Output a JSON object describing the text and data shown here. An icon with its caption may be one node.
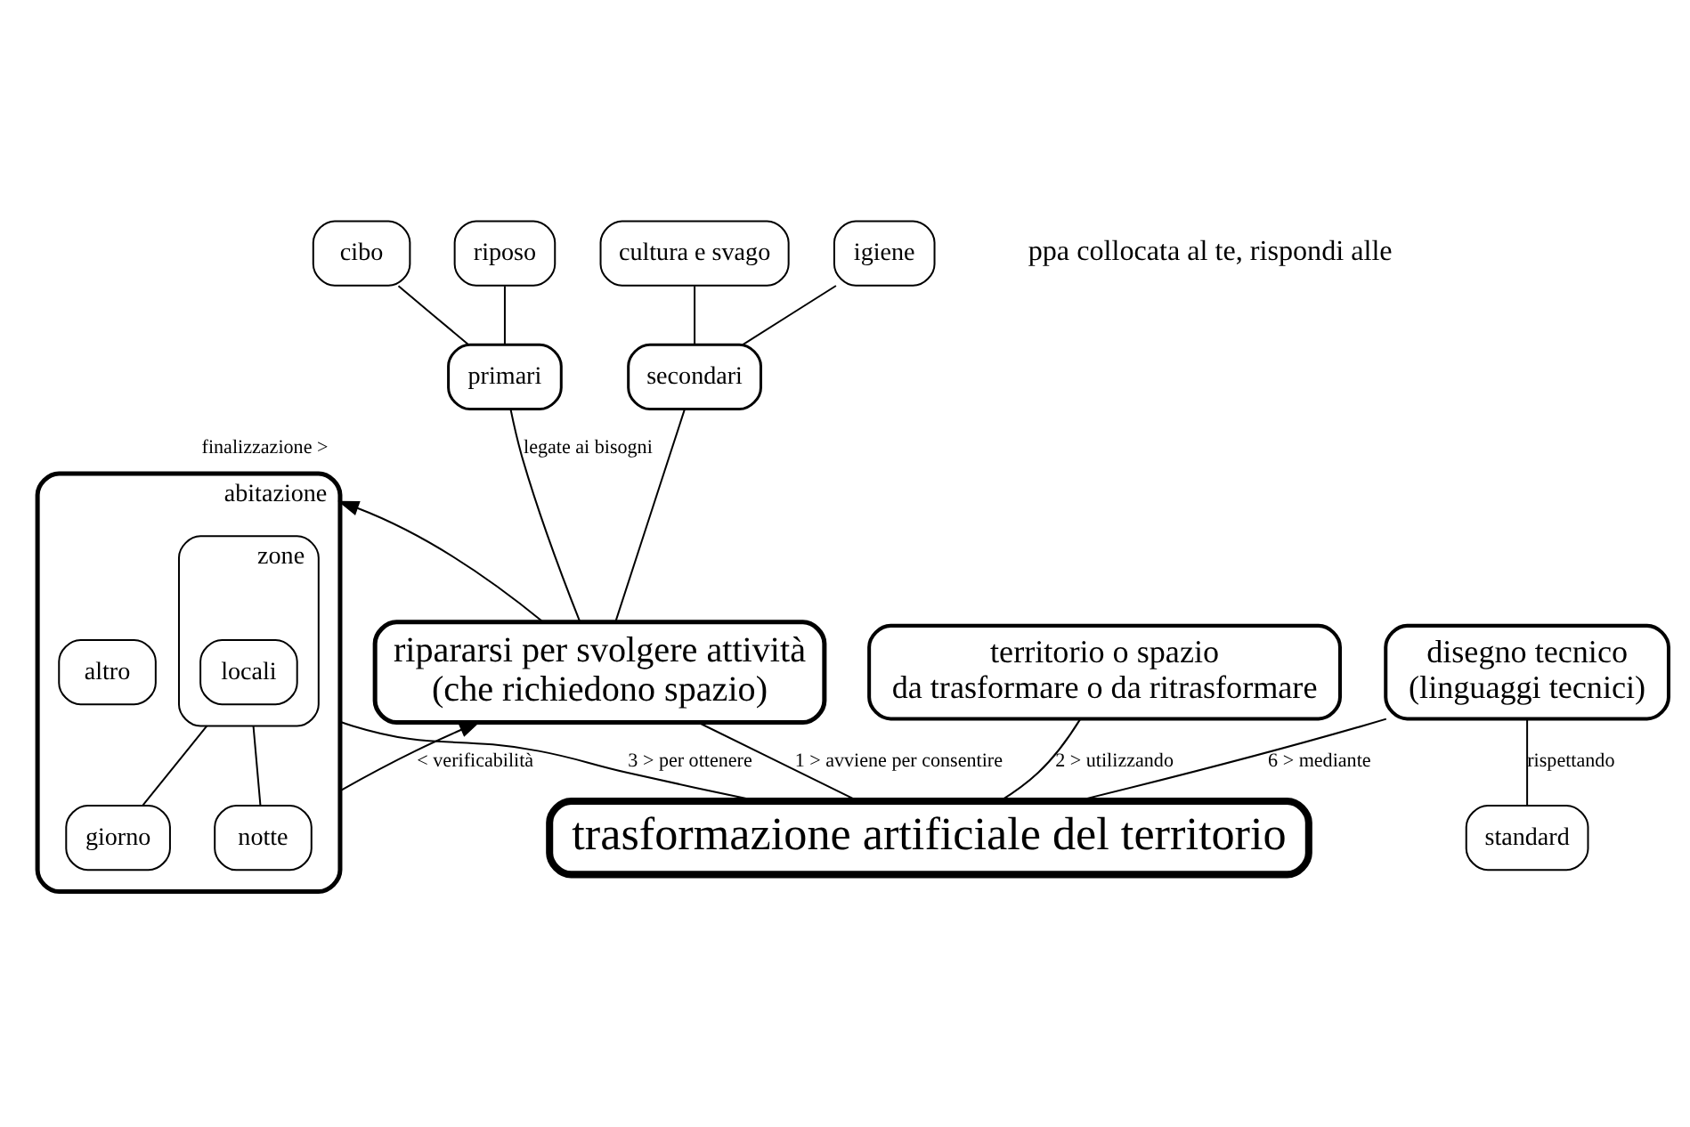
{
  "diagram": {
    "nodes": [
      {
        "text": [
          "cibo"
        ]
      },
      {
        "text": [
          "riposo"
        ]
      },
      {
        "text": [
          "cultura e svago"
        ]
      },
      {
        "text": [
          "igiene"
        ]
      },
      {
        "text": [
          "primari"
        ]
      },
      {
        "text": [
          "secondari"
        ]
      },
      {
        "text": [
          "ripararsi per svolgere attività",
          "(che richiedono spazio)"
        ]
      },
      {
        "text": [
          "abitazione"
        ]
      },
      {
        "text": [
          "zone"
        ],
        "in": 7
      },
      {
        "text": [
          "locali"
        ],
        "in": 8
      },
      {
        "text": [
          "giorno"
        ],
        "in": 7
      },
      {
        "text": [
          "notte"
        ],
        "in": 7
      },
      {
        "text": [
          "altro"
        ],
        "in": 7
      },
      {
        "text": [
          "territorio o spazio",
          "da trasformare o da ritrasformare"
        ]
      },
      {
        "text": [
          "trasformazione artificiale del territorio"
        ]
      },
      {
        "text": [
          "disegno tecnico",
          "(linguaggi tecnici)"
        ]
      },
      {
        "text": [
          "standard"
        ]
      }
    ],
    "edges": [
      {
        "from": 0,
        "to": 4,
        "arrow": "none"
      },
      {
        "from": 1,
        "to": 4,
        "arrow": "none"
      },
      {
        "from": 2,
        "to": 5,
        "arrow": "none"
      },
      {
        "from": 3,
        "to": 5,
        "arrow": "none"
      },
      {
        "from": 4,
        "to": 6,
        "arrow": "none",
        "label": "legate ai bisogni"
      },
      {
        "from": 5,
        "to": 6,
        "arrow": "none"
      },
      {
        "from": 7,
        "to": 6,
        "arrow": "to",
        "label": "< verificabilità"
      },
      {
        "from": 6,
        "to": 7,
        "arrow": "to",
        "label": "finalizzazione >"
      },
      {
        "from": 8,
        "to": 10,
        "arrow": "none"
      },
      {
        "from": 8,
        "to": 11,
        "arrow": "none"
      },
      {
        "from": 6,
        "to": 14,
        "arrow": "none",
        "label": "1 > avviene per consentire"
      },
      {
        "from": 13,
        "to": 14,
        "arrow": "none",
        "label": "2 > utilizzando"
      },
      {
        "from": 7,
        "to": 14,
        "arrow": "none",
        "label": "3 > per ottenere"
      },
      {
        "from": 15,
        "to": 14,
        "arrow": "none",
        "label": "6 > mediante"
      },
      {
        "from": 15,
        "to": 16,
        "arrow": "none",
        "label": "rispettando"
      }
    ],
    "labels": [
      "ppa collocata al te, rispondi alle"
    ]
  }
}
